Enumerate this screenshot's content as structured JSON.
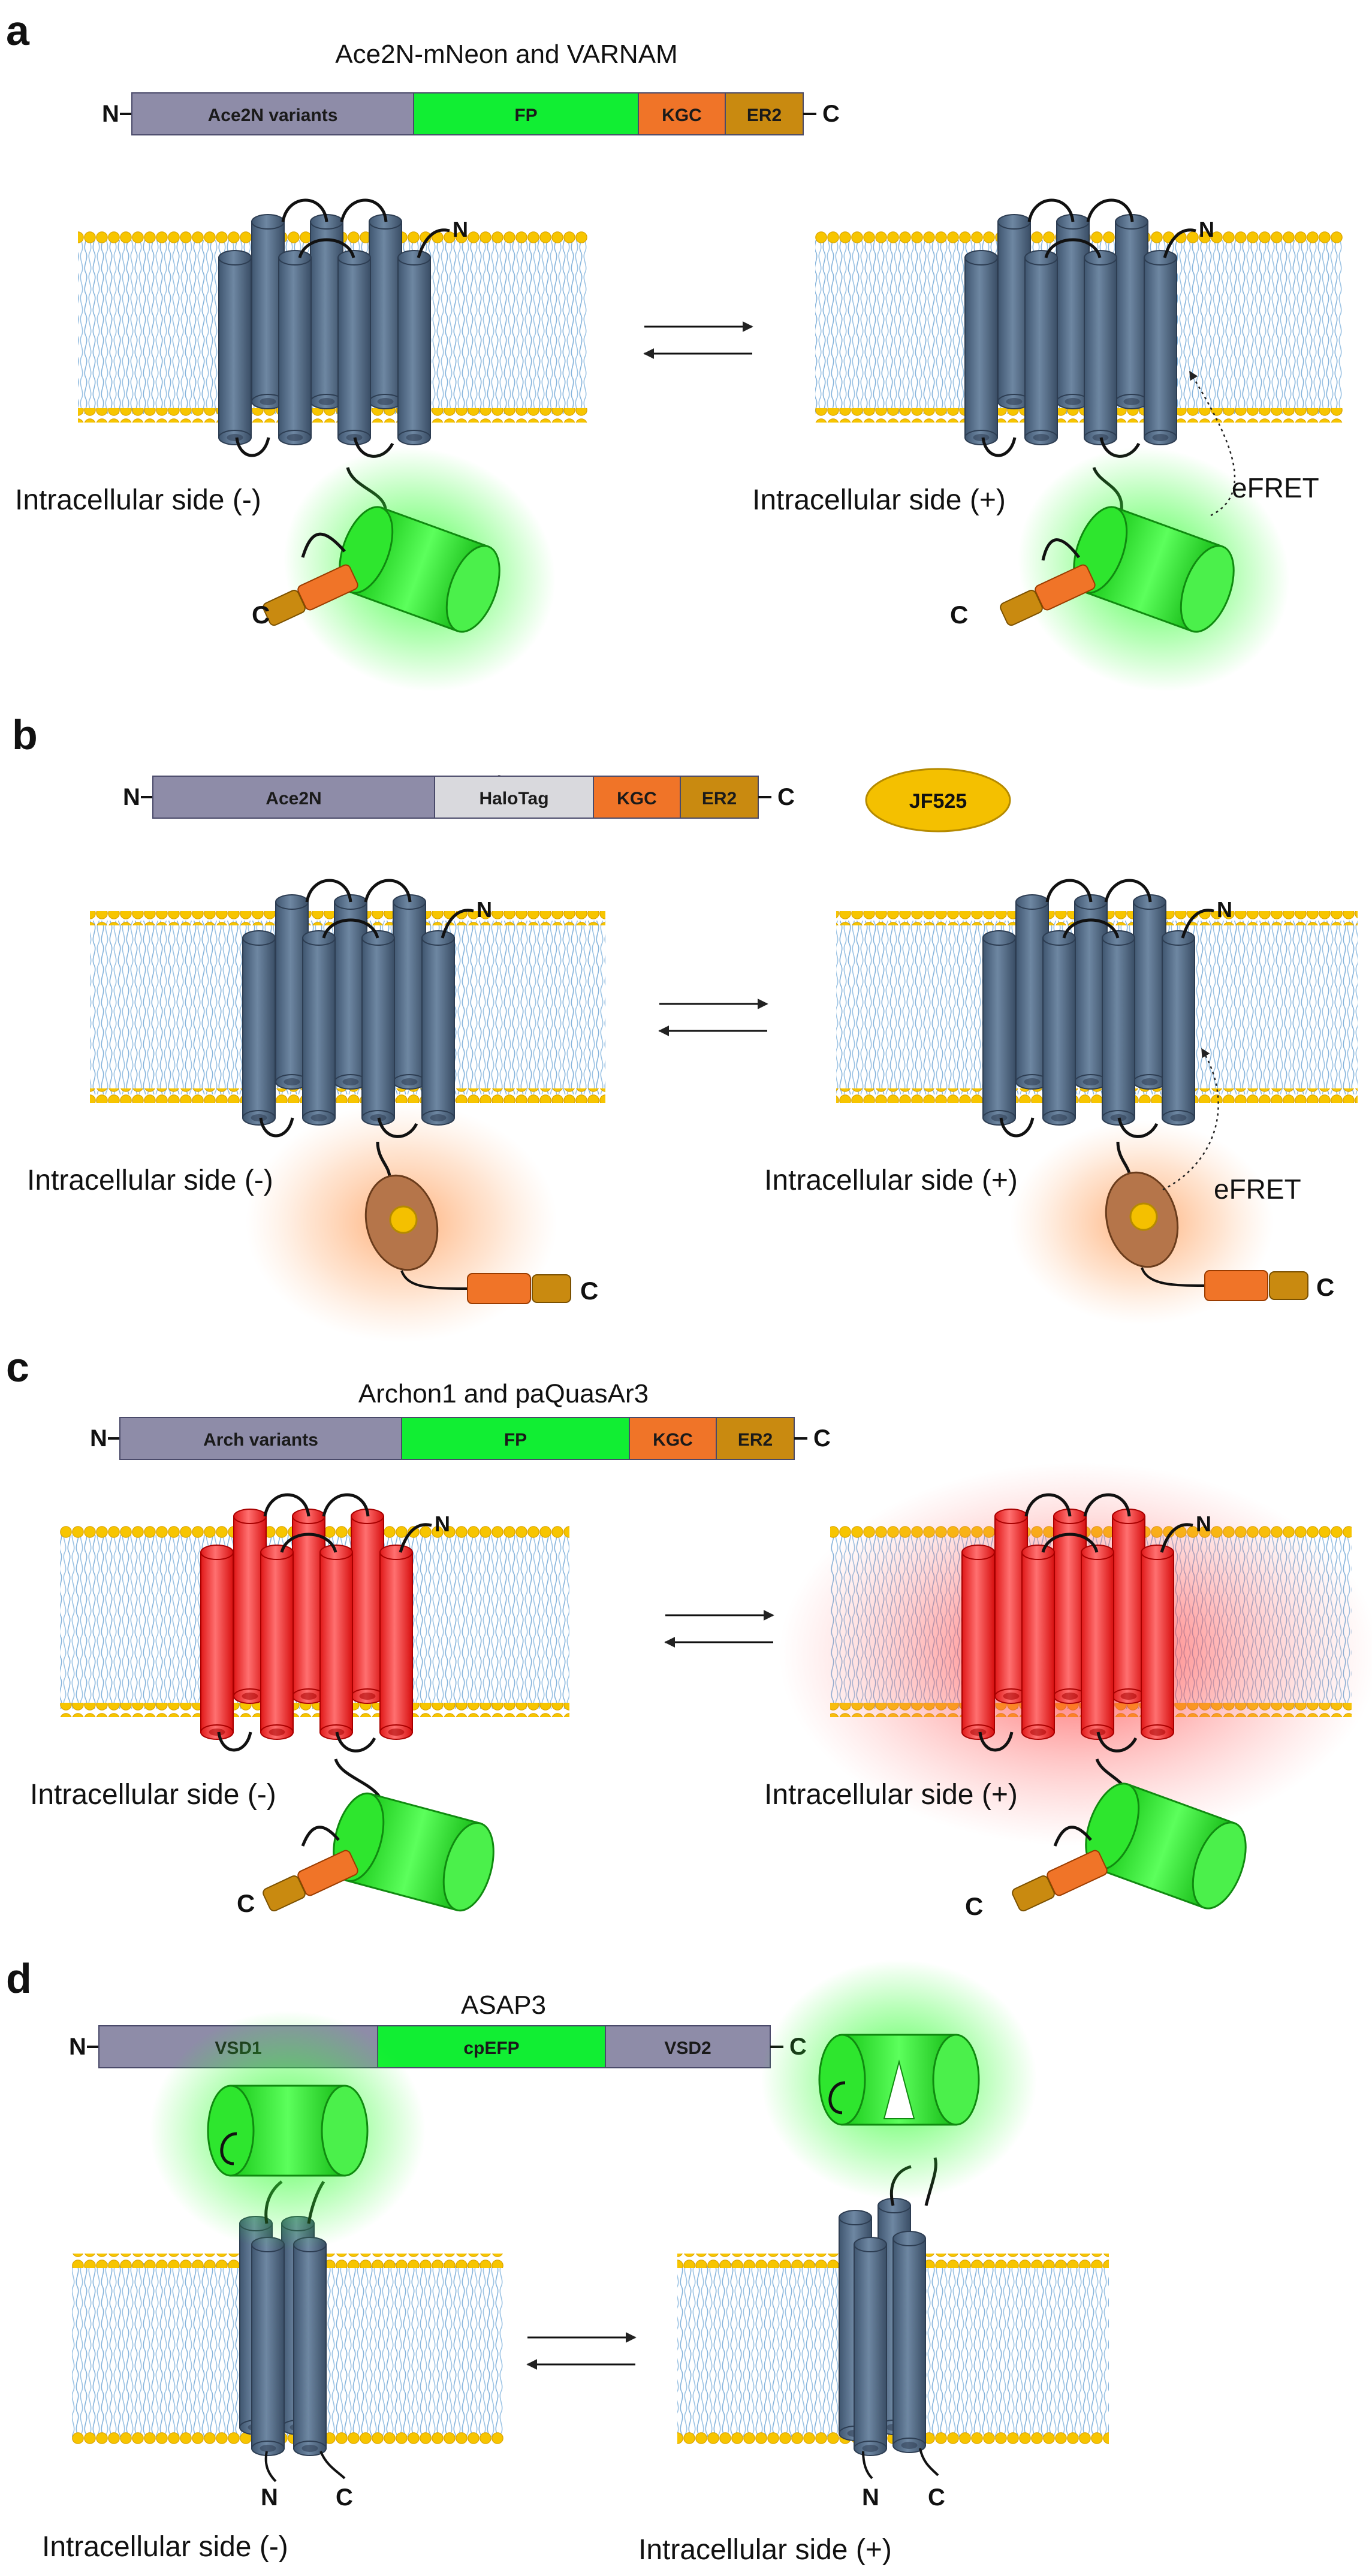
{
  "panels": [
    {
      "letter": "a",
      "title": "Ace2N-mNeon and VARNAM",
      "segments": [
        "Ace2N variants",
        "FP",
        "KGC",
        "ER2"
      ],
      "n_term": "N",
      "c_term": "C",
      "state_left_label": "Intracellular side (-)",
      "state_right_label": "Intracellular side (+)",
      "fret_label": "eFRET",
      "protein_n": "N",
      "fp_c_left": "C",
      "fp_c_right": "C"
    },
    {
      "letter": "b",
      "title": "Voltron",
      "segments": [
        "Ace2N",
        "HaloTag",
        "KGC",
        "ER2"
      ],
      "n_term": "N",
      "c_term": "C",
      "plus": "+",
      "dye_label": "JF525",
      "state_left_label": "Intracellular side (-)",
      "state_right_label": "Intracellular side (+)",
      "fret_label": "eFRET",
      "protein_n": "N",
      "fp_c_left": "C",
      "fp_c_right": "C"
    },
    {
      "letter": "c",
      "title": "Archon1 and paQuasAr3",
      "segments": [
        "Arch variants",
        "FP",
        "KGC",
        "ER2"
      ],
      "n_term": "N",
      "c_term": "C",
      "state_left_label": "Intracellular side (-)",
      "state_right_label": "Intracellular side (+)",
      "protein_n": "N",
      "fp_c_left": "C",
      "fp_c_right": "C"
    },
    {
      "letter": "d",
      "title": "ASAP3",
      "segments": [
        "VSD1",
        "cpEFP",
        "VSD2"
      ],
      "n_term": "N",
      "c_term": "C",
      "state_left_label": "Intracellular side (-)",
      "state_right_label": "Intracellular side (+)",
      "vsd_n_left": "N",
      "vsd_c_left": "C",
      "vsd_n_right": "N",
      "vsd_c_right": "C"
    }
  ],
  "colors": {
    "segment_gray": "#8e8ca8",
    "segment_fp": "#11ee33",
    "segment_kgc": "#f07428",
    "segment_er2": "#c98a10",
    "segment_halotag": "#d9d9dd",
    "helix_blue": "#5d7590",
    "helix_red": "#ee2a2a",
    "fp_green": "#22dd22",
    "lipid_head": "#f5c400",
    "lipid_tail": "#86b4dc",
    "dye_yellow": "#f4c000",
    "halo_brown": "#b5754a"
  },
  "icons": {
    "equilibrium": "equilibrium-arrows-icon",
    "fret": "dotted-curved-arrow-icon"
  }
}
